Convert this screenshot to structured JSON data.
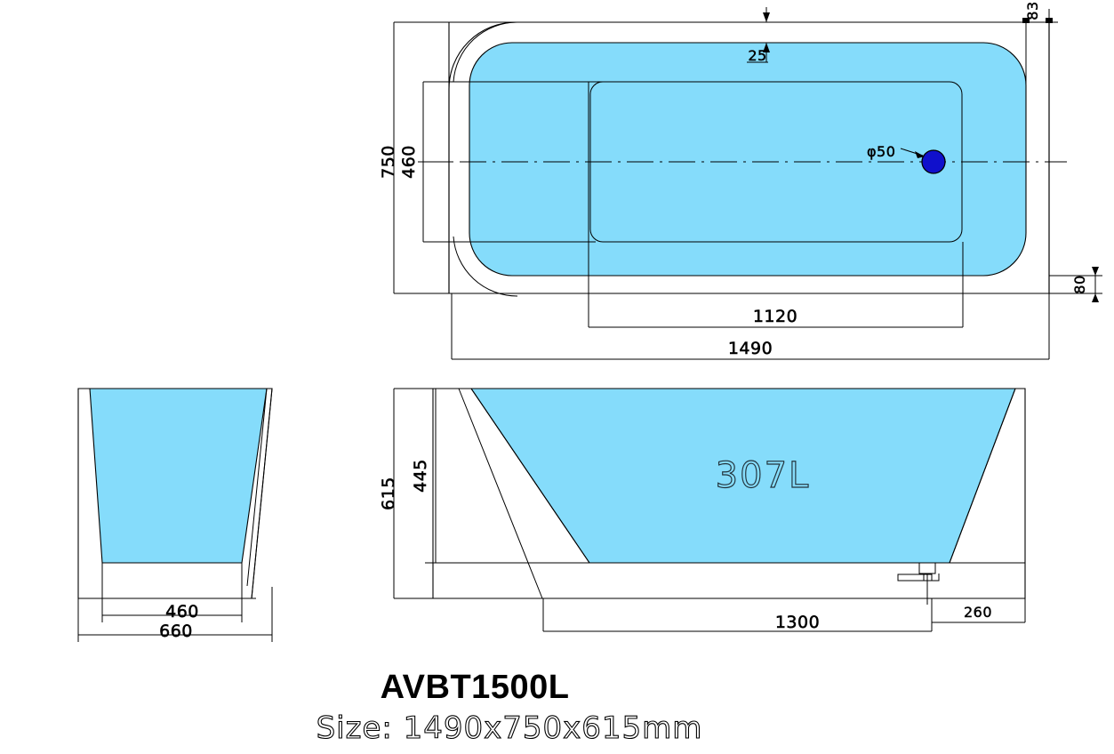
{
  "drawing": {
    "title": "AVBT1500L",
    "subtitle": "Size: 1490x750x615mm",
    "volume_label": "307L",
    "colors": {
      "water_fill": "#85dcfb",
      "drain": "#1010cc",
      "line": "#000000",
      "volume_text": "#22323a"
    }
  },
  "plan_view": {
    "name": "top-plan-view",
    "dimensions": {
      "overall_width": "1490",
      "overall_depth": "750",
      "inner_depth": "460",
      "inner_width": "1120",
      "rim_top": "25",
      "rim_right": "83",
      "offset_bottom_right": "80"
    },
    "drain": {
      "label": "φ50"
    }
  },
  "side_view": {
    "name": "left-side-elevation",
    "dimensions": {
      "bottom_inner": "460",
      "bottom_overall": "660"
    }
  },
  "front_view": {
    "name": "front-elevation",
    "dimensions": {
      "overall_height": "615",
      "inner_height": "445",
      "base_length": "1300",
      "drain_offset": "260"
    },
    "volume": "307L"
  }
}
